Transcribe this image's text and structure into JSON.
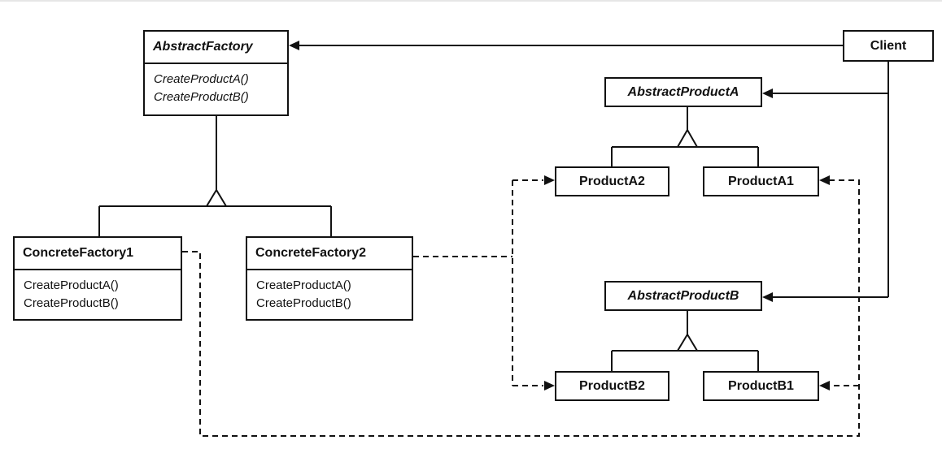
{
  "diagram": {
    "abstract_factory": {
      "name": "AbstractFactory",
      "operations": [
        "CreateProductA()",
        "CreateProductB()"
      ]
    },
    "client": {
      "name": "Client"
    },
    "abstract_product_a": {
      "name": "AbstractProductA"
    },
    "abstract_product_b": {
      "name": "AbstractProductB"
    },
    "product_a2": {
      "name": "ProductA2"
    },
    "product_a1": {
      "name": "ProductA1"
    },
    "product_b2": {
      "name": "ProductB2"
    },
    "product_b1": {
      "name": "ProductB1"
    },
    "concrete_factory_1": {
      "name": "ConcreteFactory1",
      "operations": [
        "CreateProductA()",
        "CreateProductB()"
      ]
    },
    "concrete_factory_2": {
      "name": "ConcreteFactory2",
      "operations": [
        "CreateProductA()",
        "CreateProductB()"
      ]
    }
  },
  "colors": {
    "line": "#111111",
    "background": "#ffffff",
    "top_rule": "#e6e6e6"
  }
}
